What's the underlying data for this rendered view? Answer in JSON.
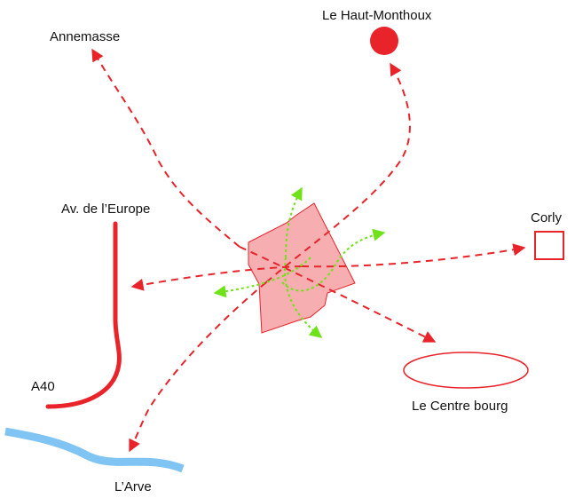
{
  "labels": {
    "annemasse": "Annemasse",
    "haut_monthoux": "Le Haut-Monthoux",
    "av_europe": "Av. de l’Europe",
    "corly": "Corly",
    "a40": "A40",
    "centre_bourg": "Le Centre bourg",
    "arve": "L’Arve"
  },
  "colors": {
    "connection": "#e8232a",
    "internal": "#6fe219",
    "zone_fill": "#f7aeb0",
    "zone_stroke": "#e8232a",
    "river": "#7fc4f3",
    "road": "#e8232a"
  }
}
